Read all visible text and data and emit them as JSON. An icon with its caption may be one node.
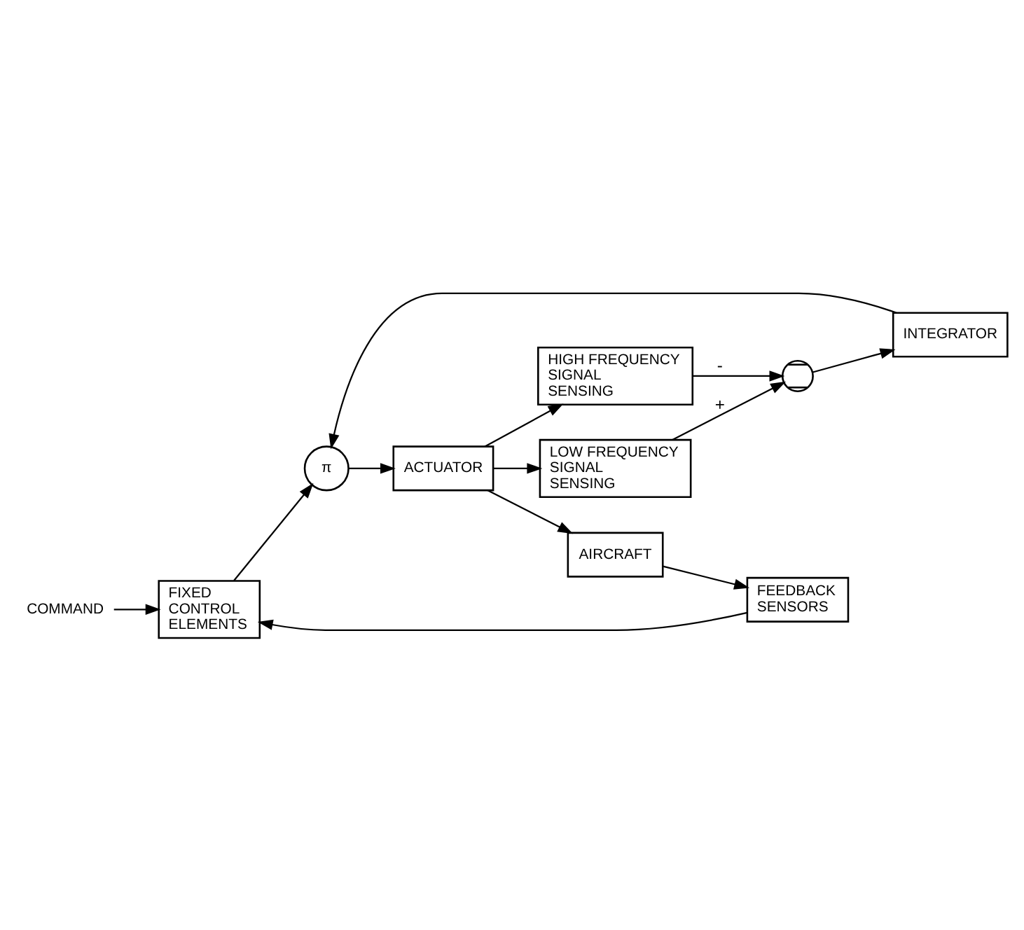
{
  "diagram": {
    "nodes": [
      {
        "text": [
          "COMMAND"
        ]
      },
      {
        "text": [
          "FIXED CONTROL ELEMENTS"
        ]
      },
      {
        "text": [
          "π"
        ]
      },
      {
        "text": [
          "ACTUATOR"
        ]
      },
      {
        "text": [
          "AIRCRAFT"
        ]
      },
      {
        "text": [
          "INTEGRATOR"
        ]
      },
      {
        "text": [
          "HIGH FREQUENCY SIGNAL SENSING"
        ]
      },
      {
        "text": [
          "LOW FREQUENCY SIGNAL SENSING"
        ]
      },
      {
        "text": [],
        "shape": "circle"
      },
      {
        "text": [
          "FEEDBACK SENSORS"
        ]
      }
    ],
    "edges": [
      {
        "from": 0,
        "to": 1,
        "arrow": "to"
      },
      {
        "from": 1,
        "to": 2,
        "arrow": "to"
      },
      {
        "from": 2,
        "to": 3,
        "arrow": "to"
      },
      {
        "from": 3,
        "to": 4,
        "arrow": "to"
      },
      {
        "from": 3,
        "to": 6,
        "arrow": "to"
      },
      {
        "from": 3,
        "to": 7,
        "arrow": "to"
      },
      {
        "from": 6,
        "to": 8,
        "arrow": "to",
        "label": "-"
      },
      {
        "from": 7,
        "to": 8,
        "arrow": "to",
        "label": "+"
      },
      {
        "from": 8,
        "to": 5,
        "arrow": "to"
      },
      {
        "from": 5,
        "to": 2,
        "arrow": "to"
      },
      {
        "from": 4,
        "to": 9,
        "arrow": "to"
      },
      {
        "from": 9,
        "to": 1,
        "arrow": "to"
      }
    ]
  }
}
